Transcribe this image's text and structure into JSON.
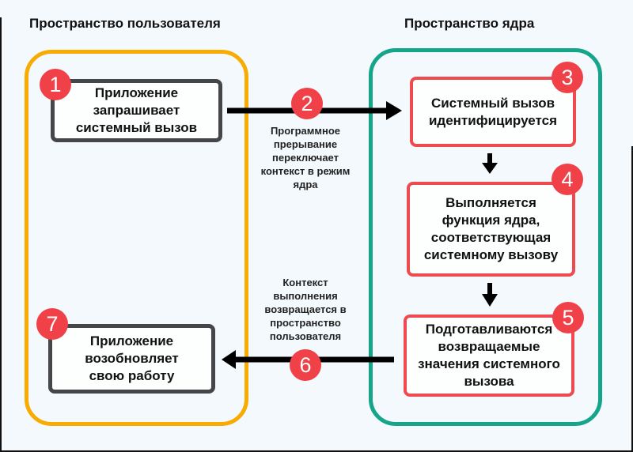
{
  "sections": {
    "user_space": {
      "title": "Пространство пользователя",
      "border_color": "#f8ab00"
    },
    "kernel_space": {
      "title": "Пространство ядра",
      "border_color": "#14a58a"
    }
  },
  "steps": [
    {
      "number": "1",
      "text": "Приложение запрашивает системный вызов",
      "space": "user"
    },
    {
      "number": "2",
      "text": "Программное прерывание переключает контекст в режим ядра",
      "space": "transition"
    },
    {
      "number": "3",
      "text": "Системный вызов идентифицируется",
      "space": "kernel"
    },
    {
      "number": "4",
      "text": "Выполняется функция ядра, соответствующая системному вызову",
      "space": "kernel"
    },
    {
      "number": "5",
      "text": "Подготавливаются возвращаемые значения системного вызова",
      "space": "kernel"
    },
    {
      "number": "6",
      "text": "Контекст выполнения возвращается в пространство пользователя",
      "space": "transition"
    },
    {
      "number": "7",
      "text": "Приложение возобновляет свою работу",
      "space": "user"
    }
  ],
  "flow": [
    {
      "from": "1",
      "to": "3",
      "label_step": "2",
      "direction": "right"
    },
    {
      "from": "3",
      "to": "4",
      "direction": "down"
    },
    {
      "from": "4",
      "to": "5",
      "direction": "down"
    },
    {
      "from": "5",
      "to": "7",
      "label_step": "6",
      "direction": "left"
    }
  ],
  "colors": {
    "badge": "#ef4147",
    "kernel_box_border": "#ef4a4f",
    "user_box_border": "#444649",
    "background": "#f4f9fd"
  }
}
